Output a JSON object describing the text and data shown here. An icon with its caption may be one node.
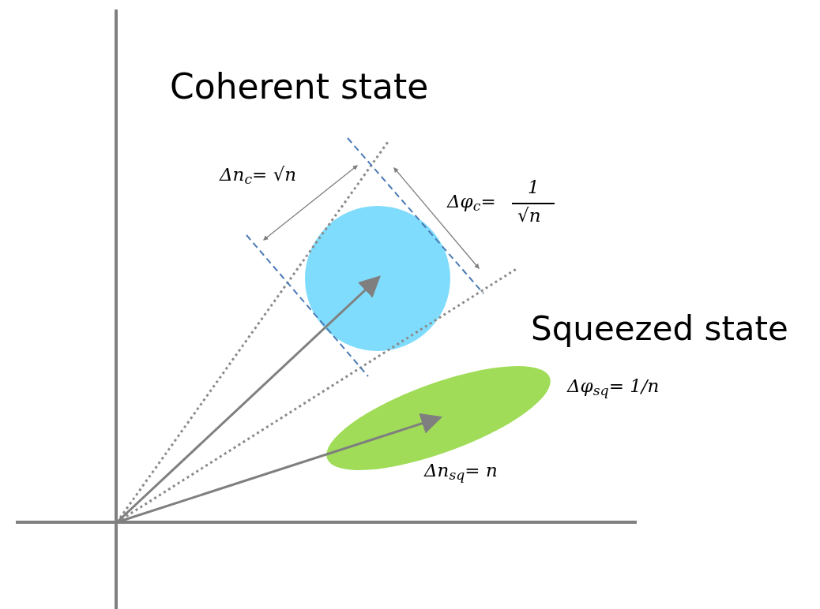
{
  "diagram": {
    "nodes": [
      {
        "text": [],
        "shape": "circle"
      },
      {
        "text": [],
        "shape": "ellipse",
        "beside": [
          "Δφ$_{sq}$= 1/n",
          "Δn$_{sq}$= n"
        ]
      }
    ],
    "edges": [
      {
        "from": null,
        "to": 0,
        "arrow": "to"
      },
      {
        "from": null,
        "to": 1,
        "arrow": "to"
      }
    ],
    "labels": [
      "Coherent state",
      "Δn$_{c}$= √n",
      "Δφ$_{c}$=",
      "1",
      "√n",
      "Squeezed state"
    ]
  }
}
